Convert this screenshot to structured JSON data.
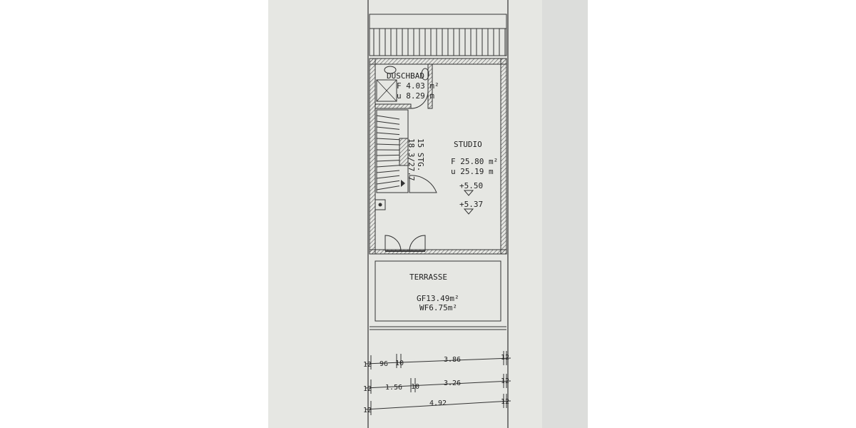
{
  "rooms": {
    "duschbad": {
      "name": "DUSCHBAD",
      "area": "F 4.03 m²",
      "perimeter": "u 8.29 m"
    },
    "studio": {
      "name": "STUDIO",
      "area": "F 25.80 m²",
      "perimeter": "u 25.19 m"
    },
    "terrasse": {
      "name": "TERRASSE",
      "gross_area": "GF13.49m²",
      "net_area": "WF6.75m²"
    }
  },
  "stairs": {
    "steps": "15 STG.",
    "ratio": "18.3/27.7"
  },
  "levels": [
    "+5.50",
    "+5.37"
  ],
  "dimensions": {
    "row1": {
      "left_wall": "12",
      "seg_a": "96",
      "mid_wall": "10",
      "seg_b": "3.86",
      "right_wall": "12"
    },
    "row2": {
      "left_wall": "12",
      "seg_a": "1.56",
      "mid_wall": "10",
      "seg_b": "3.26",
      "right_wall": "12"
    },
    "row3": {
      "left_wall": "12",
      "total": "4.92",
      "right_wall": "12"
    }
  },
  "colors": {
    "paper": "#e6e7e3",
    "ink": "#222222",
    "hatch": "#555555"
  }
}
